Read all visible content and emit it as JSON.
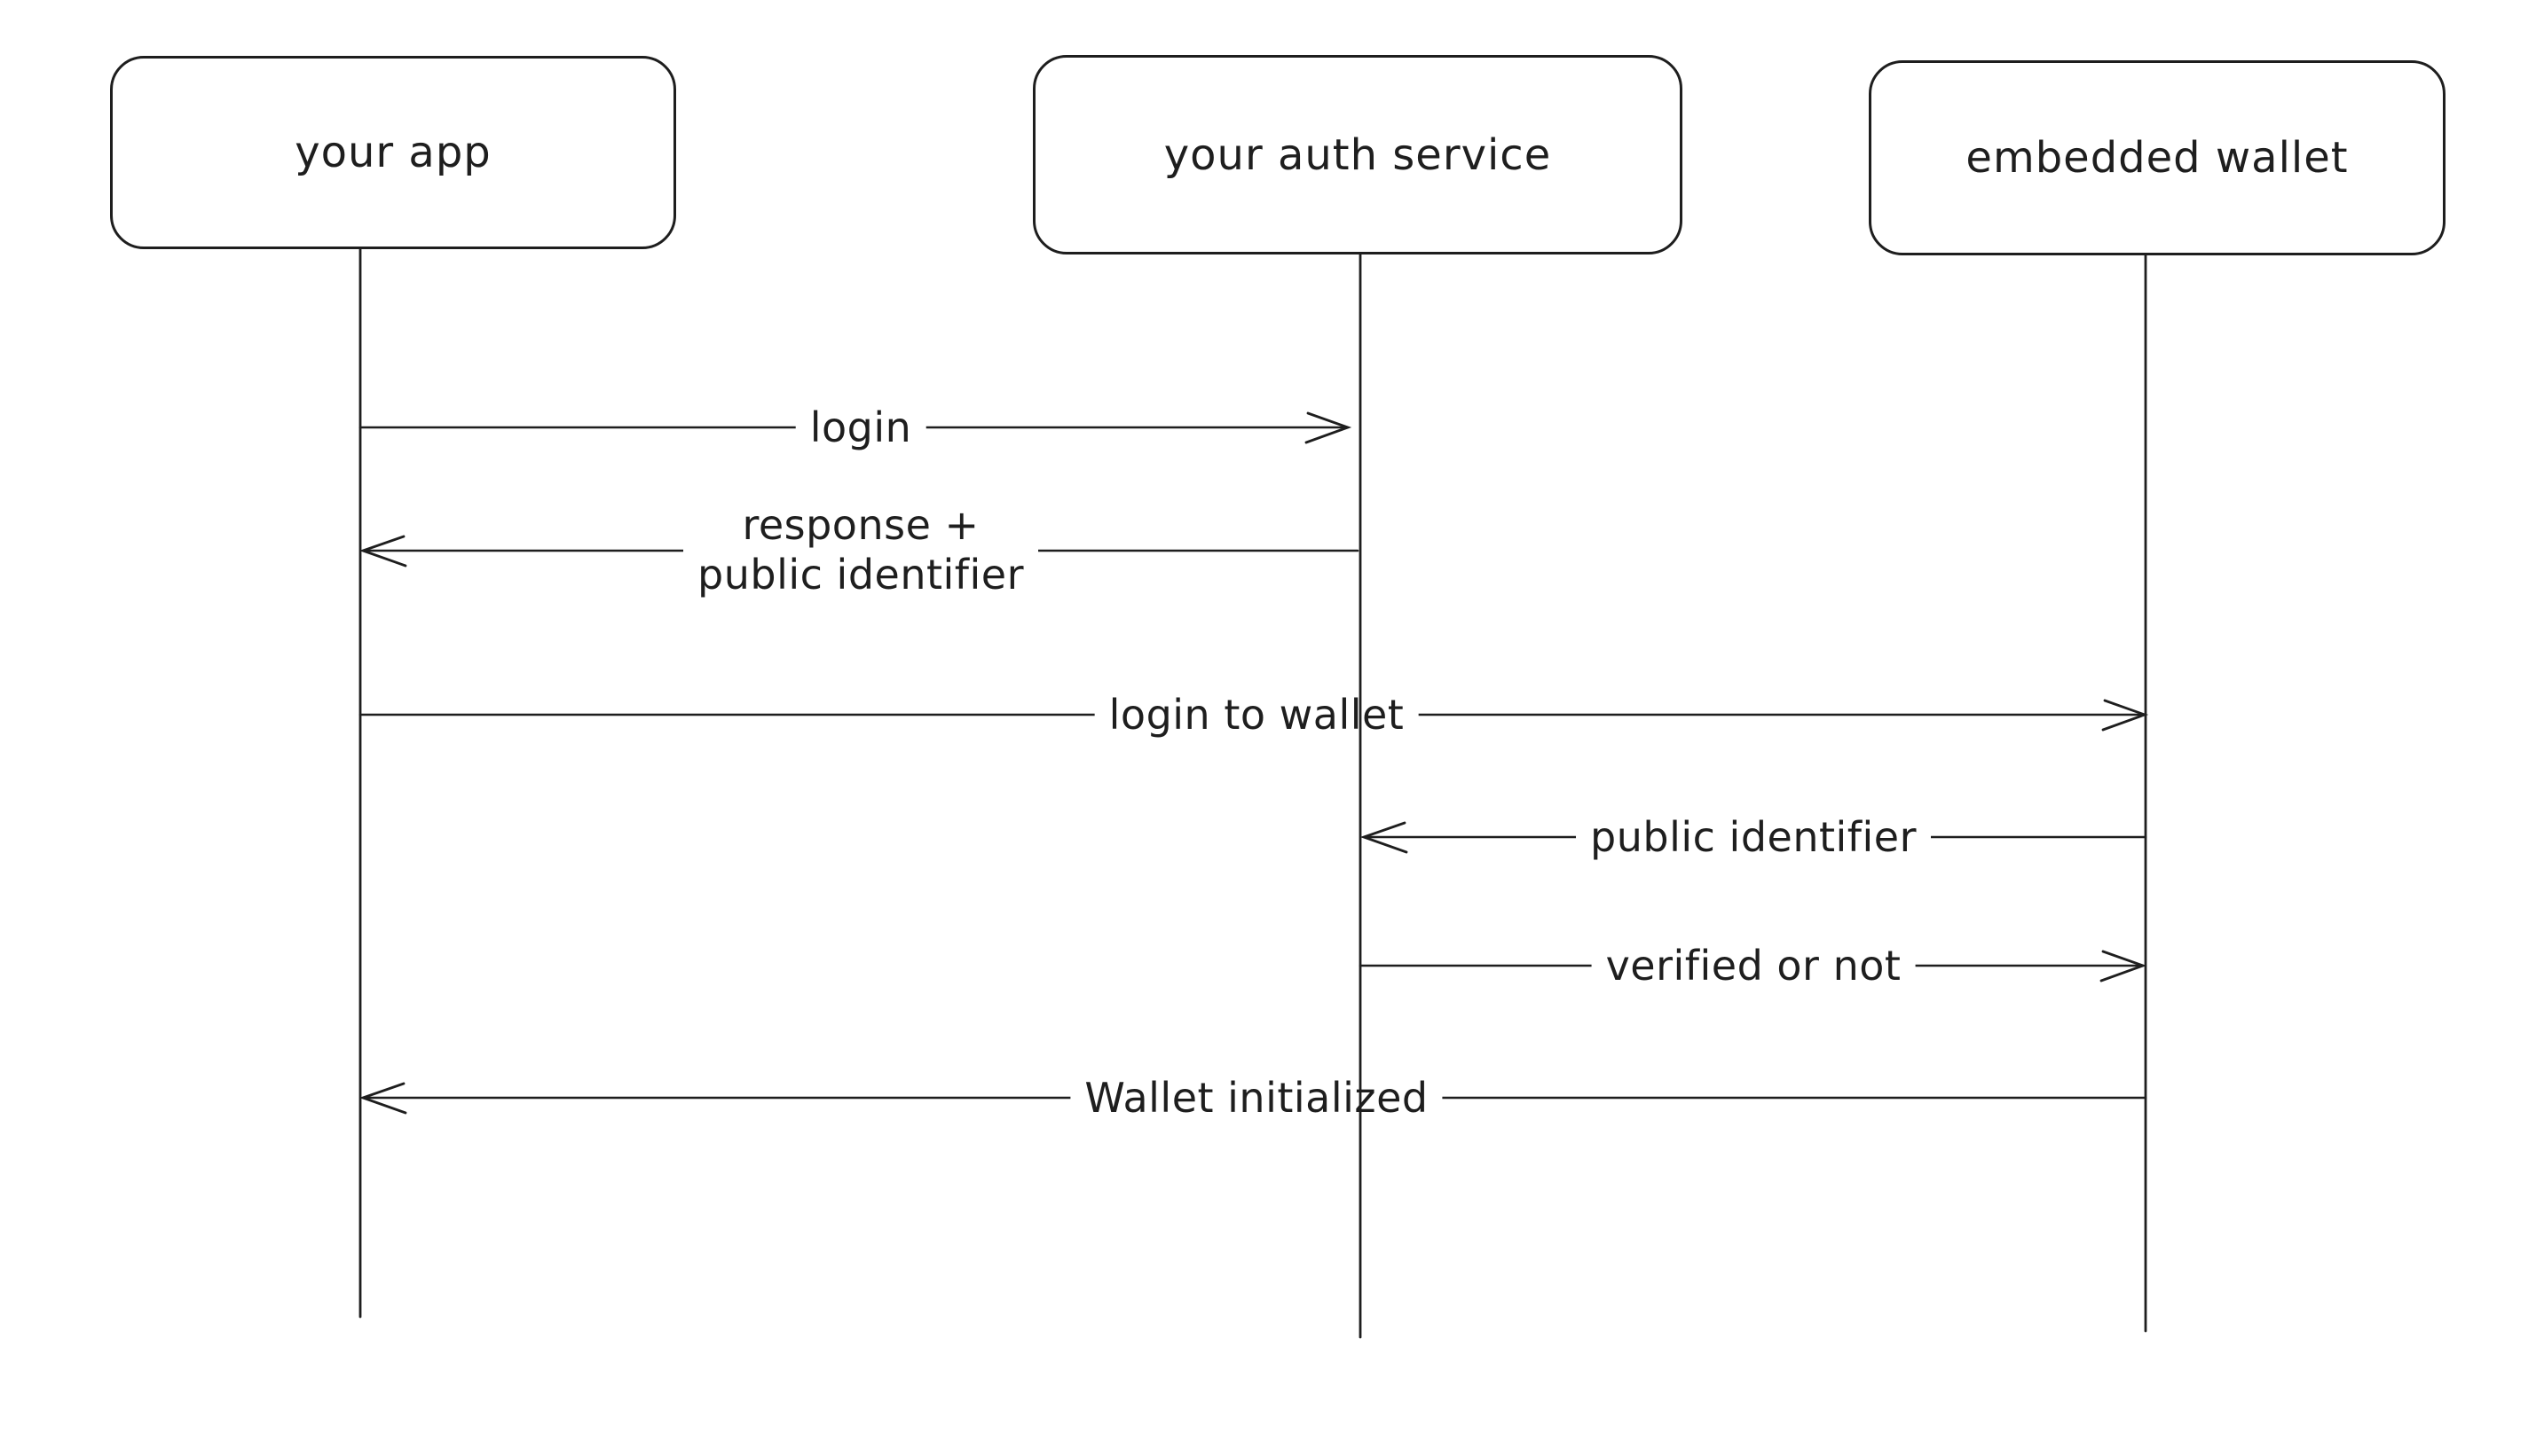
{
  "diagram": {
    "type": "sequence-diagram",
    "style": "hand-drawn",
    "colors": {
      "stroke": "#1e1e1e",
      "background": "#ffffff"
    },
    "actors": [
      {
        "id": "your-app",
        "label": "your app"
      },
      {
        "id": "your-auth-service",
        "label": "your auth service"
      },
      {
        "id": "embedded-wallet",
        "label": "embedded wallet"
      }
    ],
    "messages": [
      {
        "label": "login",
        "from": "your app",
        "to": "your auth service",
        "direction": "right"
      },
      {
        "label": "response + public identifier",
        "lines": [
          "response +",
          "public identifier"
        ],
        "from": "your auth service",
        "to": "your app",
        "direction": "left"
      },
      {
        "label": "login to wallet",
        "from": "your app",
        "to": "embedded wallet",
        "direction": "right"
      },
      {
        "label": "public identifier",
        "from": "embedded wallet",
        "to": "your auth service",
        "direction": "left"
      },
      {
        "label": "verified or not",
        "from": "your auth service",
        "to": "embedded wallet",
        "direction": "right"
      },
      {
        "label": "Wallet initialized",
        "from": "embedded wallet",
        "to": "your app",
        "direction": "left"
      }
    ]
  }
}
